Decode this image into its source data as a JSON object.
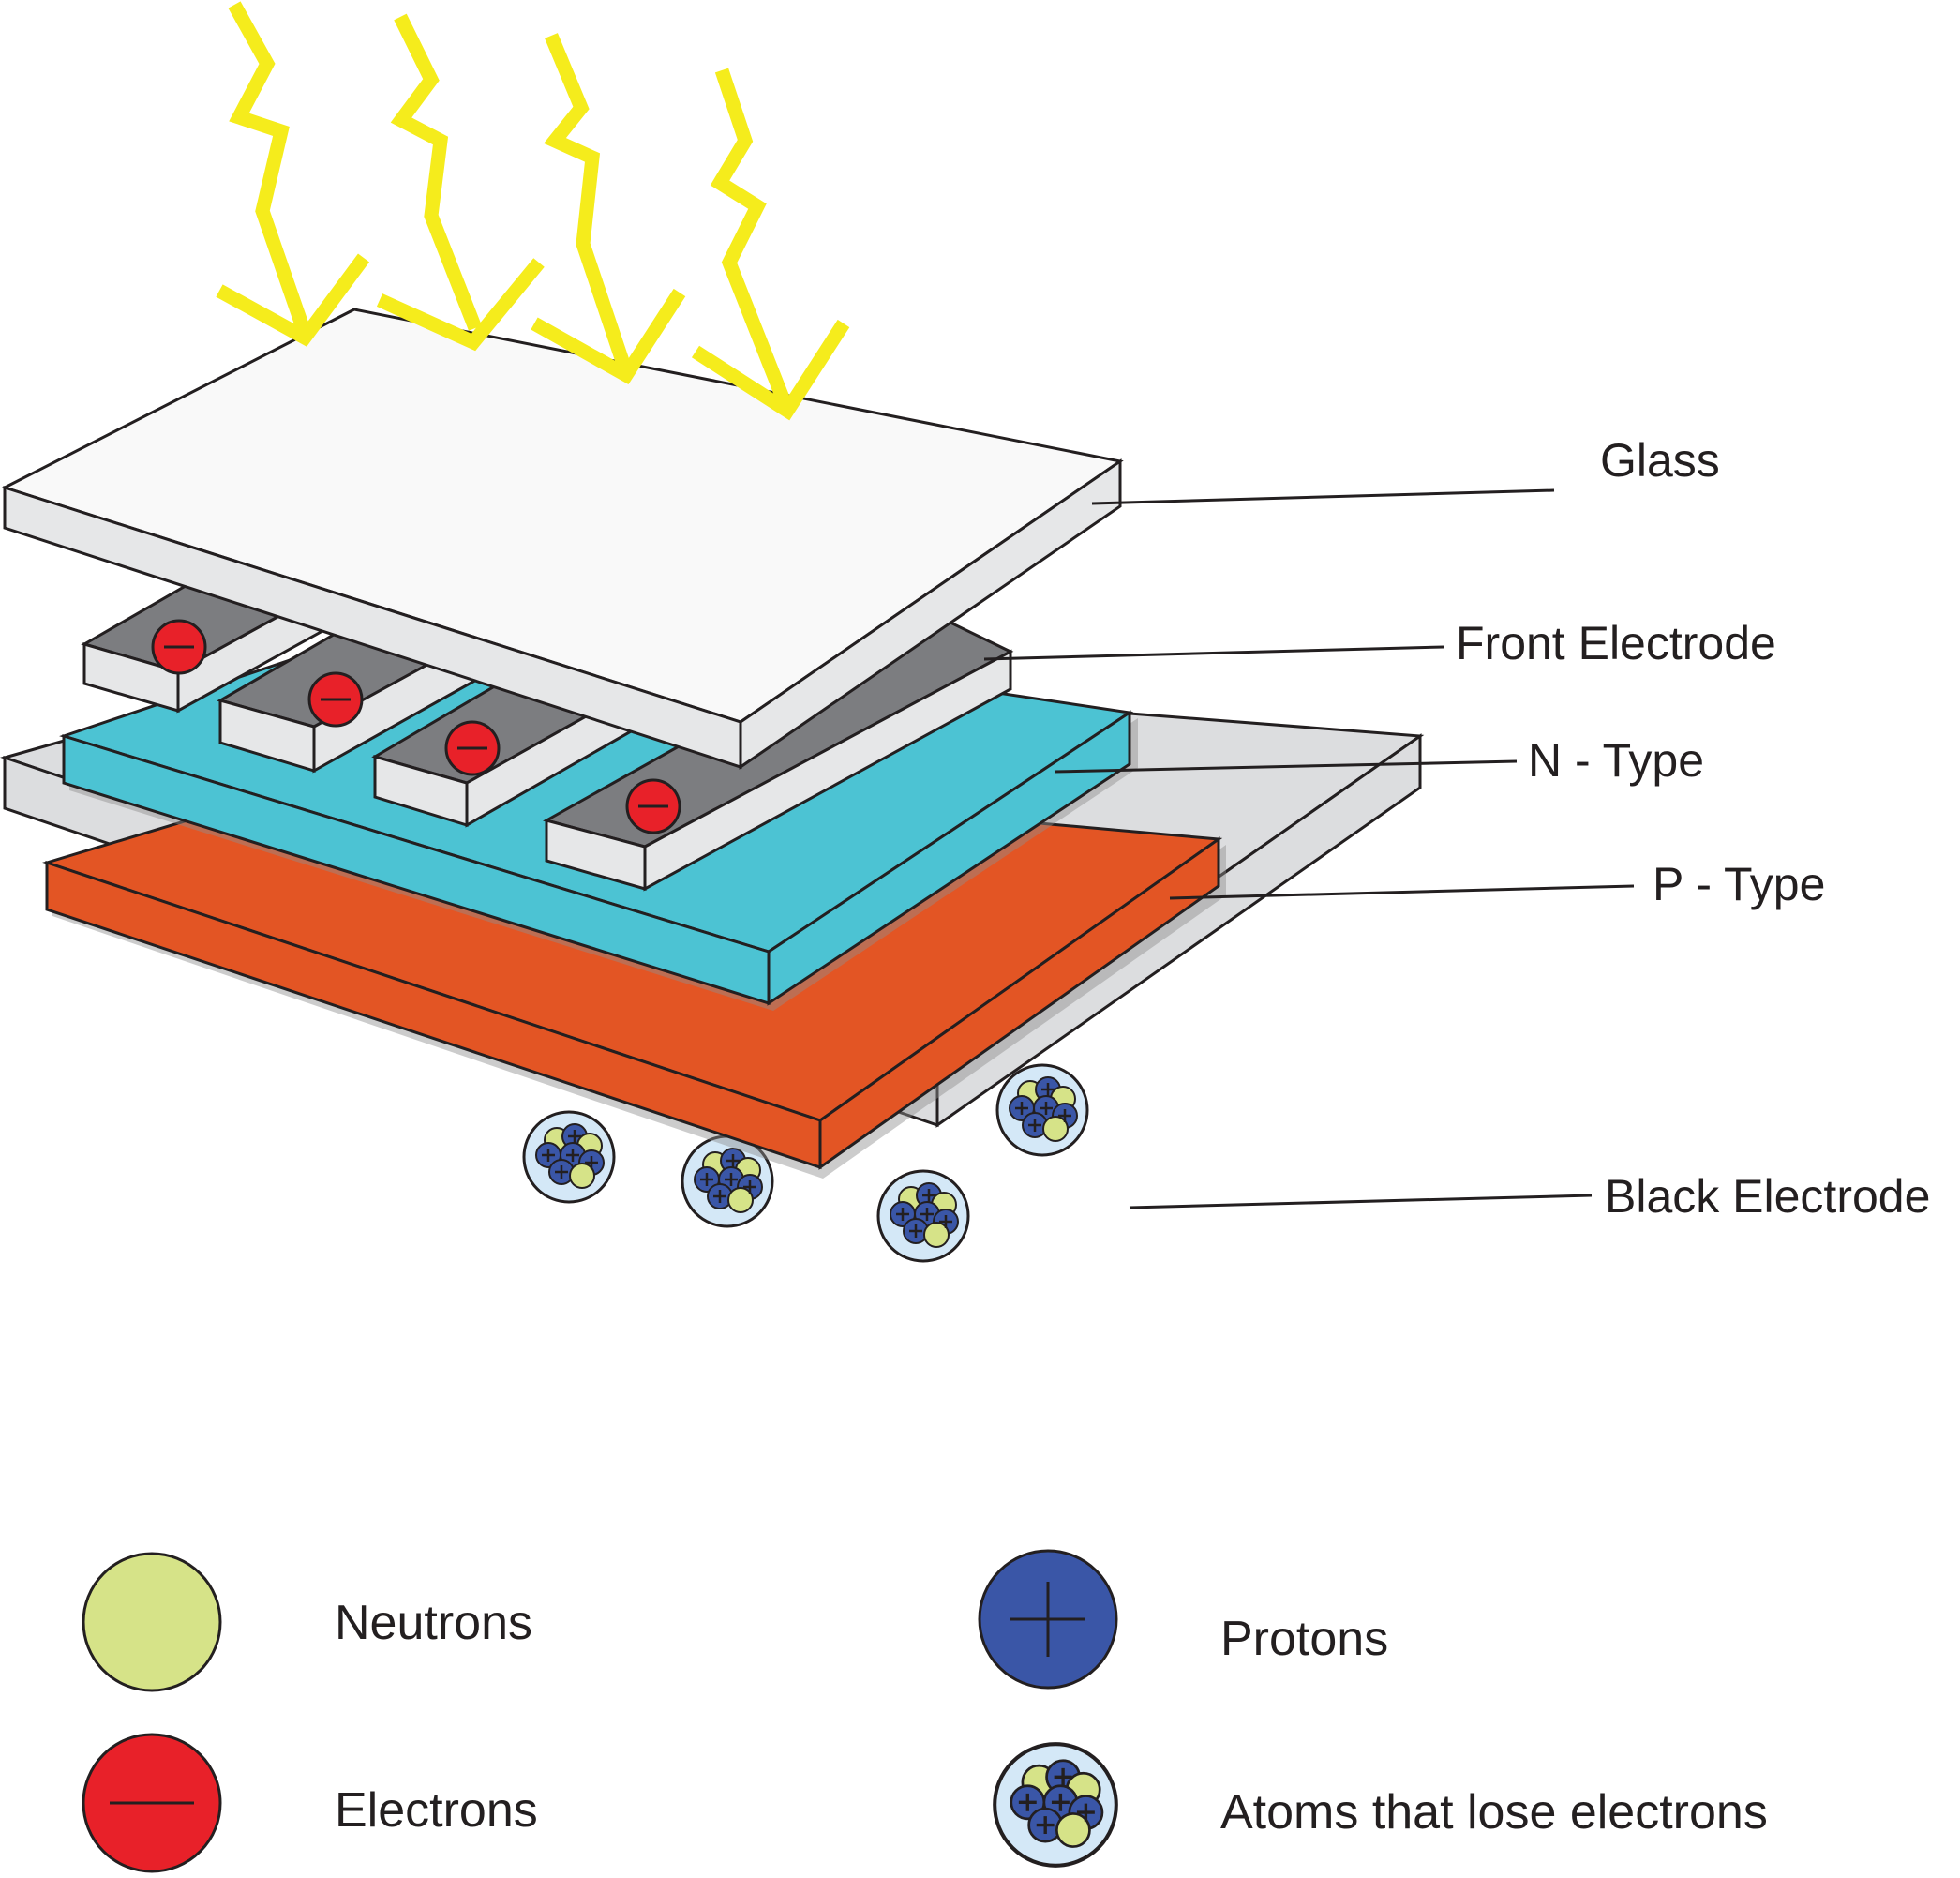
{
  "layers": {
    "glass": "Glass",
    "front_electrode": "Front Electrode",
    "n_type": "N - Type",
    "p_type": "P - Type",
    "back_electrode": "Black Electrode"
  },
  "legend": {
    "neutrons": "Neutrons",
    "protons": "Protons",
    "electrons": "Electrons",
    "atoms": "Atoms that lose electrons"
  },
  "colors": {
    "sunlight": "#f5ec1c",
    "glass": "#f9f9f9",
    "glass_side": "#dcdddf",
    "electrode_top": "#7c7d80",
    "electrode_side": "#e6e7e8",
    "n_type": "#4cc3d3",
    "p_type": "#e35524",
    "back_electrode": "#dcdddf",
    "neutron": "#d6e388",
    "proton": "#3a56a7",
    "electron": "#e82129",
    "atom_shell": "#d4e8f7"
  },
  "icons": {
    "sunlight": "lightning-bolt-icon",
    "electron": "minus-circle-icon",
    "proton": "plus-circle-icon",
    "atom": "atom-cluster-icon"
  }
}
